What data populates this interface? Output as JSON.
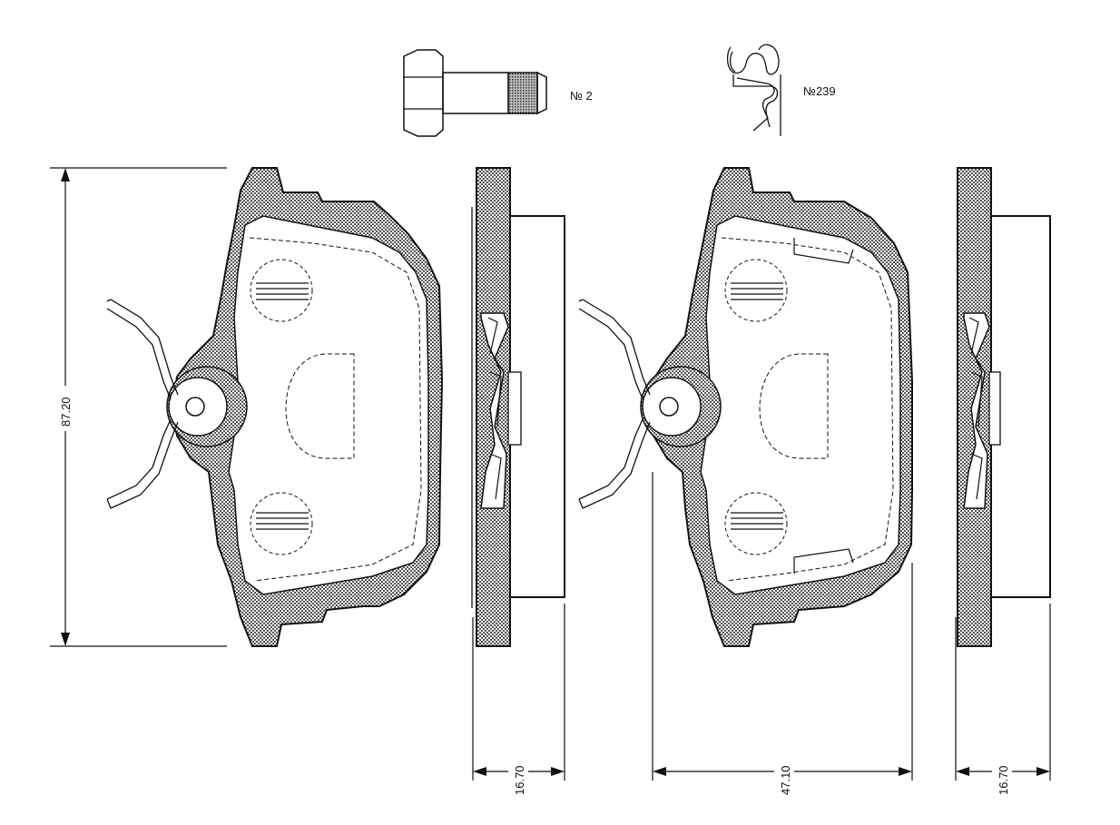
{
  "parts": {
    "bolt_label": "№ 2",
    "clip_label": "№239"
  },
  "dimensions": {
    "height": "87.20",
    "thickness_left": "16.70",
    "width": "47.10",
    "thickness_right": "16.70"
  },
  "colors": {
    "line": "#111111",
    "hatch": "#9a9a9a",
    "background": "#ffffff"
  }
}
